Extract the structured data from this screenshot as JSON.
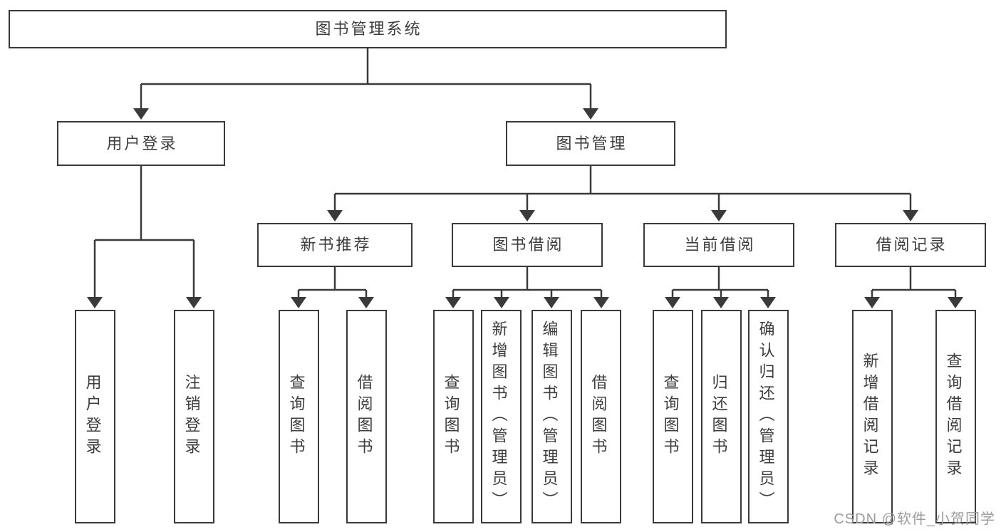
{
  "diagram": {
    "type": "hierarchy-tree",
    "root": {
      "label": "图书管理系统"
    },
    "level2": [
      {
        "label": "用户登录"
      },
      {
        "label": "图书管理"
      }
    ],
    "level3": [
      {
        "label": "新书推荐"
      },
      {
        "label": "图书借阅"
      },
      {
        "label": "当前借阅"
      },
      {
        "label": "借阅记录"
      }
    ],
    "leaves": {
      "user_login": [
        {
          "label": "用户登录"
        },
        {
          "label": "注销登录"
        }
      ],
      "new_book": [
        {
          "label": "查询图书"
        },
        {
          "label": "借阅图书"
        }
      ],
      "book_borrow": [
        {
          "label": "查询图书"
        },
        {
          "label": "新增图书（管理员）"
        },
        {
          "label": "编辑图书（管理员）"
        },
        {
          "label": "借阅图书"
        }
      ],
      "current_borrow": [
        {
          "label": "查询图书"
        },
        {
          "label": "归还图书"
        },
        {
          "label": "确认归还（管理员）"
        }
      ],
      "borrow_record": [
        {
          "label": "新增借阅记录"
        },
        {
          "label": "查询借阅记录"
        }
      ]
    }
  },
  "watermark": "CSDN @软件_小贺同学",
  "colors": {
    "line": "#3a3a3a",
    "text": "#3d3d3d",
    "background": "#ffffff",
    "watermark": "#9b9b9b"
  }
}
